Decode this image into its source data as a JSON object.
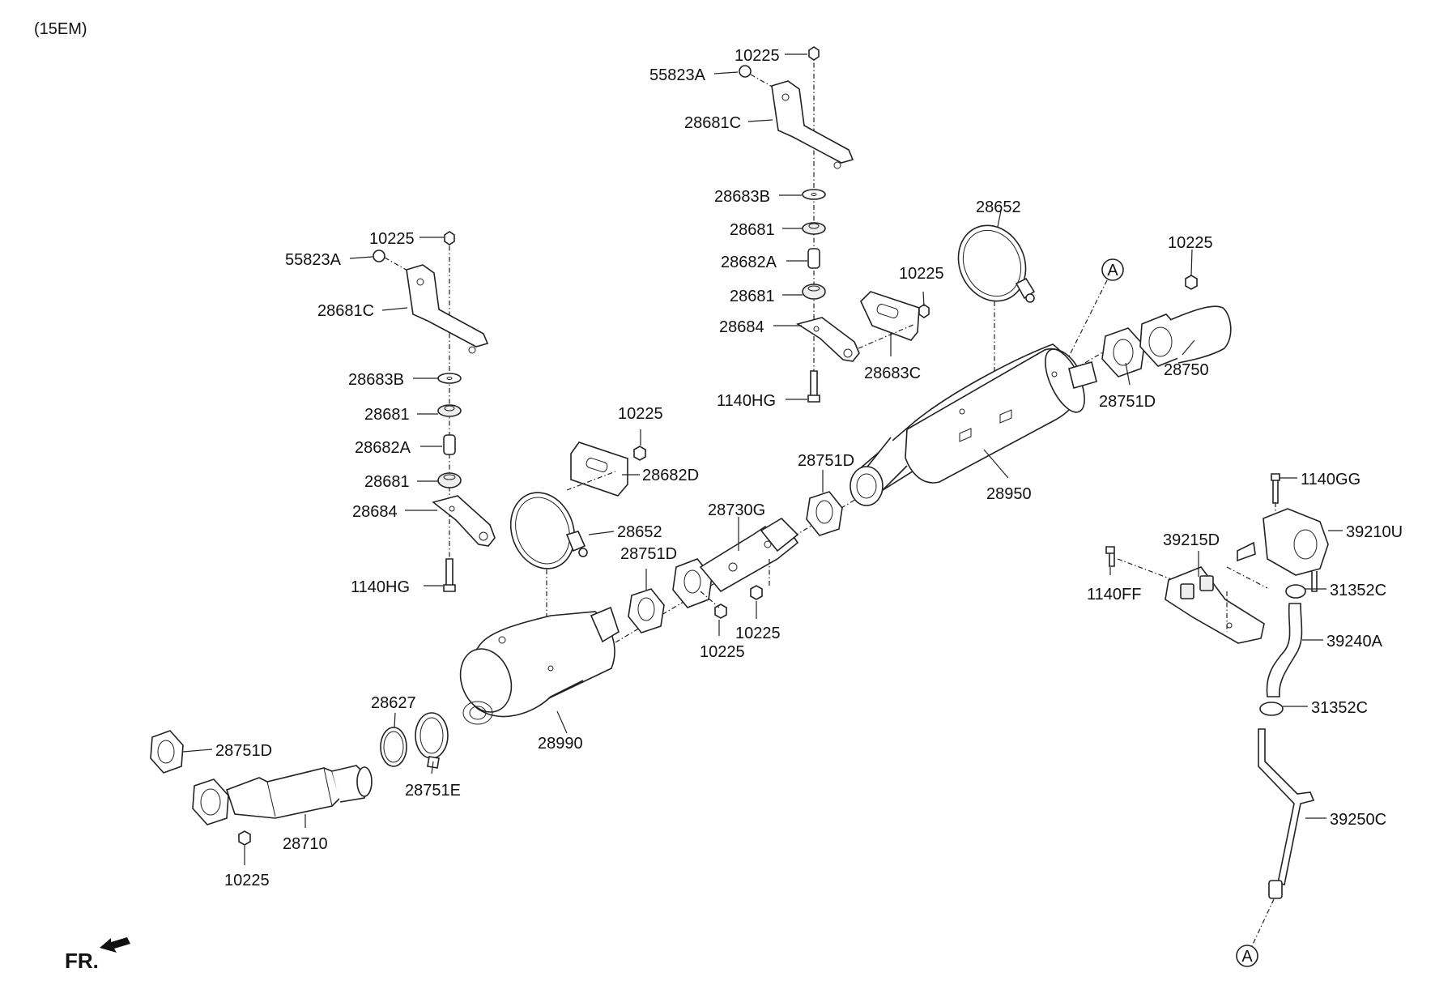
{
  "header": {
    "code": "(15EM)"
  },
  "front_indicator": {
    "label": "FR.",
    "icon": "front-arrow-icon"
  },
  "reference_marker": {
    "label": "A"
  },
  "labels": {
    "L1": "10225",
    "L2": "55823A",
    "L3": "28681C",
    "L4": "28683B",
    "L5": "28681",
    "L6": "28682A",
    "L7": "28681",
    "L8": "28684",
    "L9": "1140HG",
    "R1": "10225",
    "R2": "55823A",
    "R3": "28681C",
    "R4": "28683B",
    "R5": "28681",
    "R6": "28682A",
    "R7": "28681",
    "R8": "28684",
    "R9": "1140HG",
    "C1": "10225",
    "C2": "28683C",
    "C3": "28652",
    "C4": "10225",
    "C5": "28750",
    "C6": "28751D",
    "C7": "28950",
    "C8": "28751D",
    "C9": "28730G",
    "C10": "28751D",
    "C11": "10225",
    "C12": "10225",
    "C13": "10225",
    "C14": "28682D",
    "C15": "28652",
    "C16": "28990",
    "C17": "28627",
    "C18": "28751E",
    "C19": "28751D",
    "C20": "28710",
    "C21": "10225",
    "S1": "1140GG",
    "S2": "39210U",
    "S3": "39215D",
    "S4": "1140FF",
    "S5": "31352C",
    "S6": "39240A",
    "S7": "31352C",
    "S8": "39250C"
  }
}
